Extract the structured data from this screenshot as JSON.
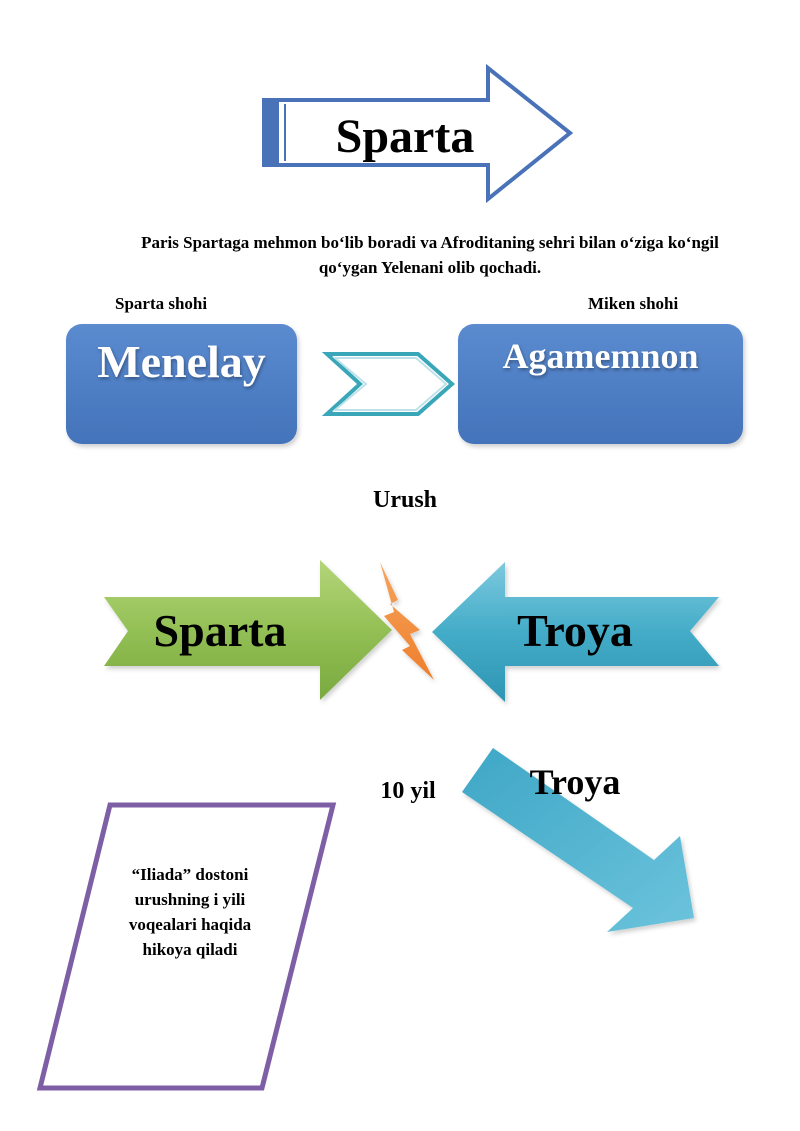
{
  "title": "Sparta",
  "intro": "Paris Spartaga mehmon bo‘lib boradi va Afroditaning sehri bilan o‘ziga ko‘ngil qo‘ygan Yelenani olib qochadi.",
  "rulers": {
    "left": {
      "caption": "Sparta shohi",
      "name": "Menelay"
    },
    "right": {
      "caption": "Miken shohi",
      "name": "Agamemnon"
    }
  },
  "war": {
    "label": "Urush",
    "left": "Sparta",
    "right": "Troya"
  },
  "duration": {
    "years": "10 yil",
    "target": "Troya"
  },
  "note": "“Iliada” dostoni urushning i yili voqealari haqida hikoya qiladi",
  "colors": {
    "title_arrow_stroke": "#4a72b8",
    "box_fill": "#4f7fc4",
    "chevron_stroke": "#3aa7b9",
    "spartan_arrow": "#8fbd4f",
    "trojan_arrow": "#3eaac4",
    "lightning": "#f0893a",
    "parallelogram_stroke": "#7e5fa6"
  }
}
